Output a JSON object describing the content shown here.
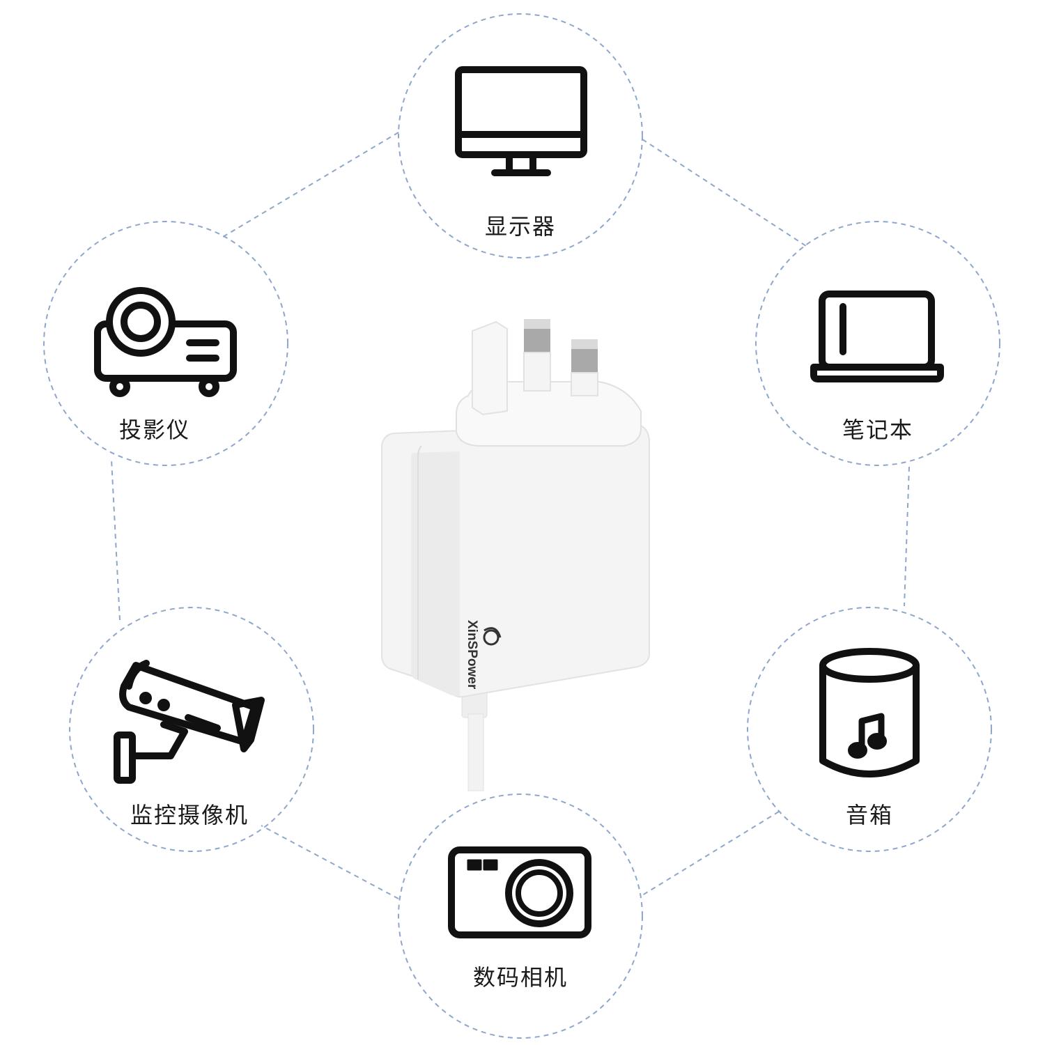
{
  "devices": [
    {
      "id": "monitor",
      "label": "显示器",
      "icon": "monitor-icon"
    },
    {
      "id": "laptop",
      "label": "笔记本",
      "icon": "laptop-icon"
    },
    {
      "id": "speaker",
      "label": "音箱",
      "icon": "speaker-icon"
    },
    {
      "id": "camera",
      "label": "数码相机",
      "icon": "camera-icon"
    },
    {
      "id": "cctv",
      "label": "监控摄像机",
      "icon": "cctv-camera-icon"
    },
    {
      "id": "projector",
      "label": "投影仪",
      "icon": "projector-icon"
    }
  ],
  "product": {
    "brand": "XinSPower"
  },
  "colors": {
    "dashed_line": "#8fa6cc",
    "icon": "#111111",
    "adapter": "#f4f4f4"
  }
}
